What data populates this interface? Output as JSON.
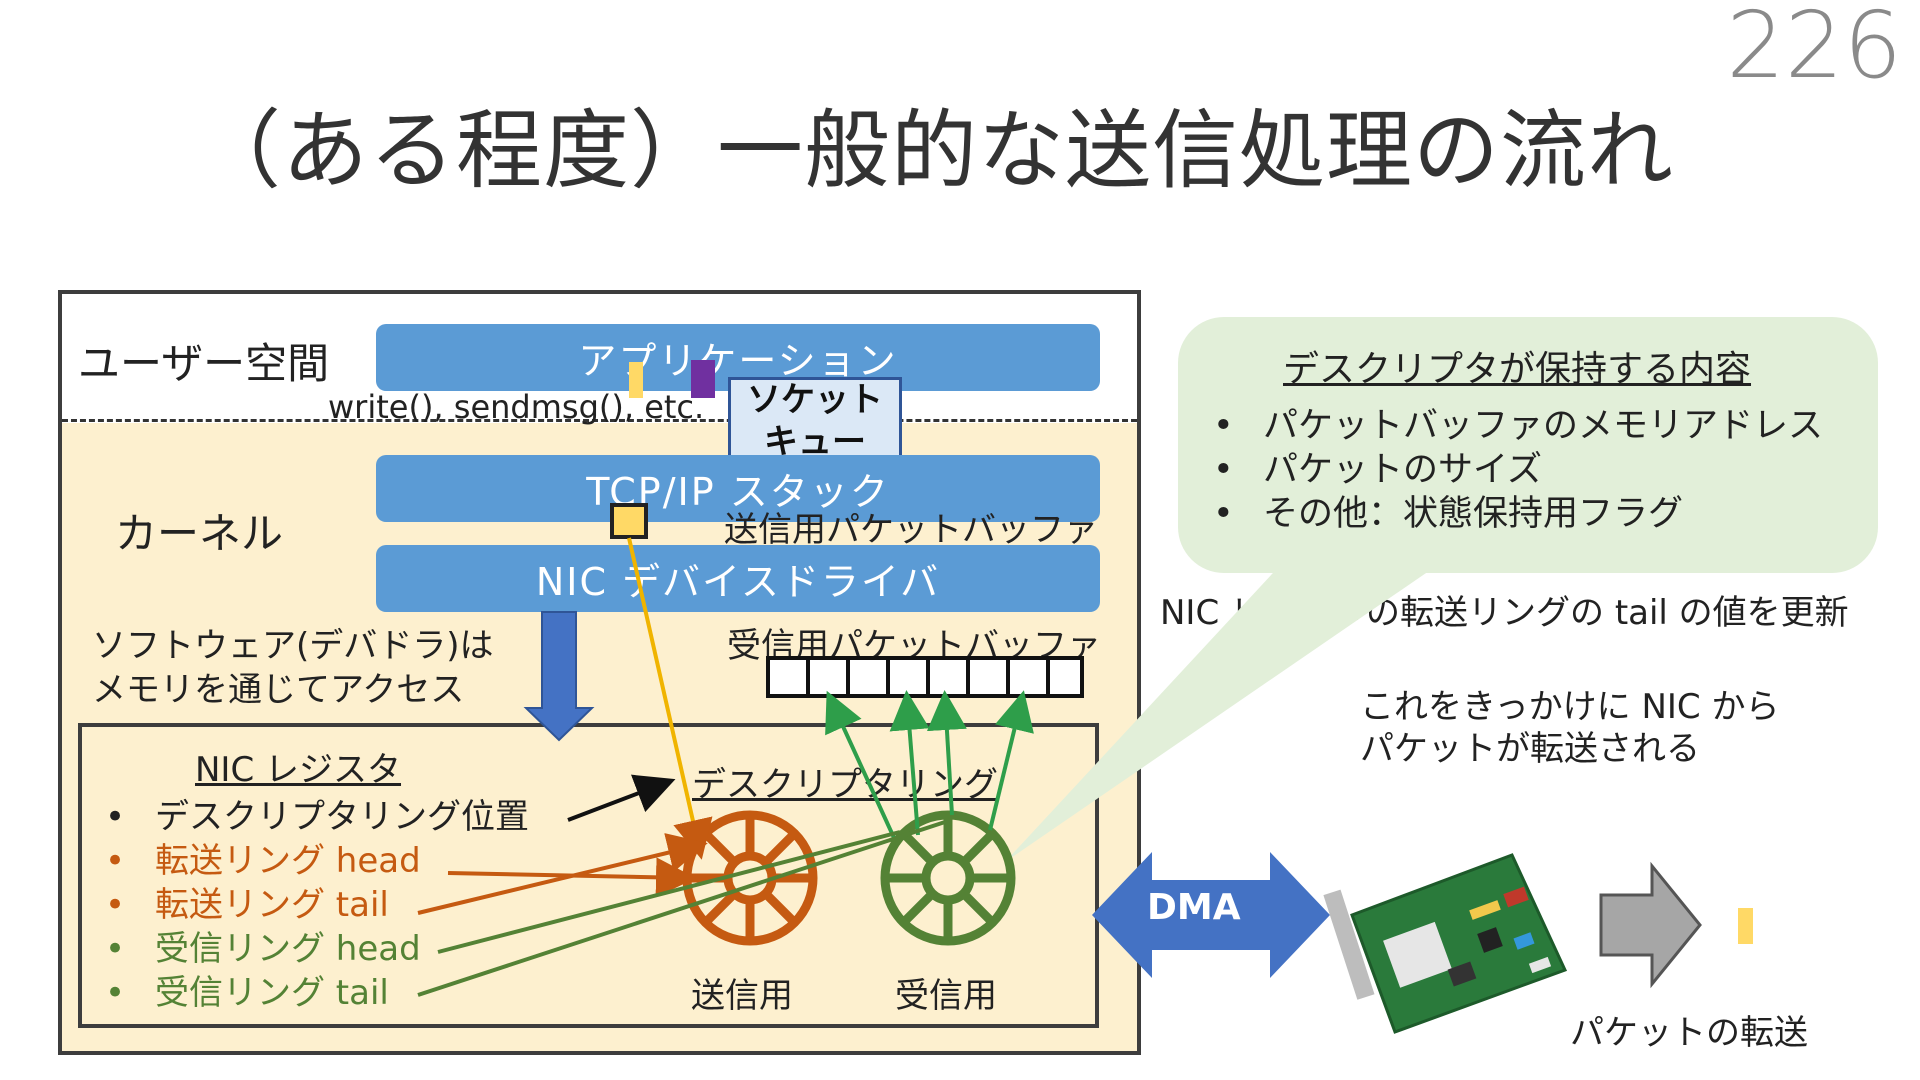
{
  "page_number": "226",
  "title": "（ある程度）一般的な送信処理の流れ",
  "user_space_label": "ユーザー空間",
  "kernel_label": "カーネル",
  "application_label": "アプリケーション",
  "syscall_label": "write(), sendmsg(), etc.",
  "socket_queue": {
    "line1": "ソケット",
    "line2": "キュー"
  },
  "tcpip_label": "TCP/IP スタック",
  "tx_buffer_label": "送信用パケットバッファ",
  "driver_label": "NIC デバイスドライバ",
  "software_note": {
    "line1": "ソフトウェア(デバドラ)は",
    "line2": "メモリを通じてアクセス"
  },
  "rx_buffer_label": "受信用パケットバッファ",
  "nic_register_title": "NIC レジスタ",
  "descriptor_ring_label": "デスクリプタリング",
  "register_items": [
    {
      "label": "デスクリプタリング位置"
    },
    {
      "label": "転送リング head"
    },
    {
      "label": "転送リング tail"
    },
    {
      "label": "受信リング head"
    },
    {
      "label": "受信リング tail"
    }
  ],
  "tx_ring_label": "送信用",
  "rx_ring_label": "受信用",
  "dma_label": "DMA",
  "info_box": {
    "title": "デスクリプタが保持する内容",
    "items": [
      "パケットバッファのメモリアドレス",
      "パケットのサイズ",
      "その他：状態保持用フラグ"
    ]
  },
  "update_note": "NIC レジスタの転送リングの tail の値を更新",
  "trigger_note": {
    "line1": "これをきっかけに NIC から",
    "line2": "パケットが転送される"
  },
  "packet_transfer_label": "パケットの転送",
  "colors": {
    "blue": "#5b9bd5",
    "orange": "#c55a11",
    "green": "#548235",
    "yellow": "#ffd966",
    "purple": "#7030a0",
    "dma_blue": "#4472c4"
  }
}
